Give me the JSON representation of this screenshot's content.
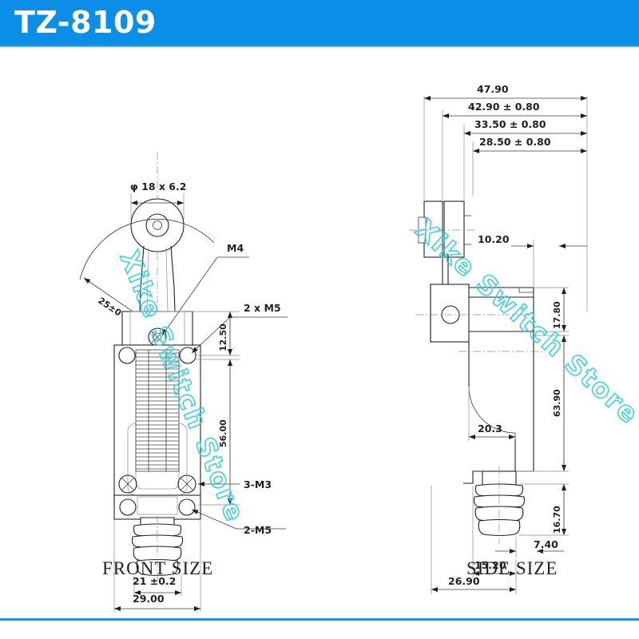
{
  "header": {
    "title": "TZ-8109",
    "bg_color": "#0b8ee8",
    "text_color": "#ffffff"
  },
  "watermark": {
    "text": "Xike Switch Store",
    "color": "#3fd0e4"
  },
  "views": [
    {
      "id": "front",
      "caption": "FRONT SIZE",
      "labels": [
        "φ 18 x 6.2",
        "M4",
        "2 x M5",
        "25±0",
        "12.50",
        "56.00",
        "3-M3",
        "2-M5",
        "21 ±0.2",
        "29.00"
      ],
      "dimensions": {
        "roller": "φ 18 x 6.2",
        "lever_angle": "25±0",
        "pivot_screw": "M4",
        "upper_mount_screws": "2 x M5",
        "upper_mount_offset": "12.50",
        "body_height": "56.00",
        "cover_screws": "3-M3",
        "lower_mount_screws": "2-M5",
        "gland_width": "21 ±0.2",
        "body_width": "29.00"
      }
    },
    {
      "id": "side",
      "caption": "SIDE SIZE",
      "labels": [
        "47.90",
        "42.90 ± 0.80",
        "33.50 ± 0.80",
        "28.50 ± 0.80",
        "10.20",
        "17.80",
        "20.3",
        "63.90",
        "16.70",
        "7.40",
        "15.20",
        "26.90"
      ],
      "dimensions": {
        "lever_overall": "47.90",
        "lever_pos_1": "42.90 ± 0.80",
        "lever_pos_2": "33.50 ± 0.80",
        "lever_pos_3": "28.50 ± 0.80",
        "head_offset": "10.20",
        "head_height": "17.80",
        "neck_radius": "20.3",
        "body_height": "63.90",
        "gland_height": "16.70",
        "gland_offset": "7.40",
        "base_inner": "15.20",
        "base_width": "26.90"
      }
    }
  ]
}
